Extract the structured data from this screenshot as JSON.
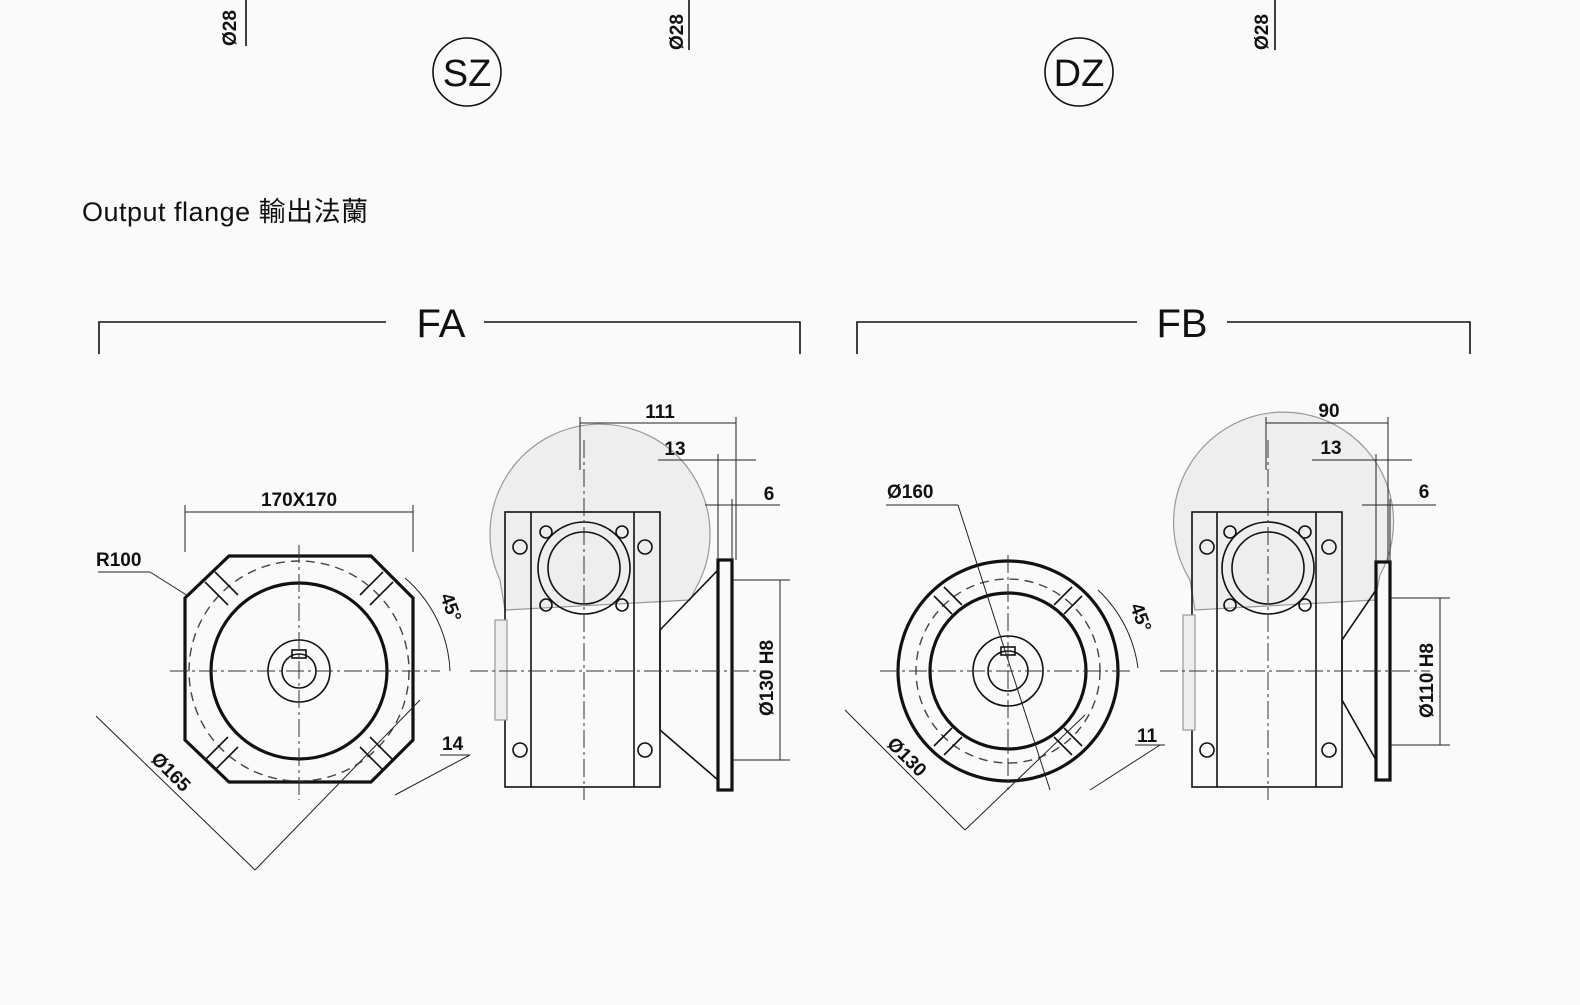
{
  "header_dims": {
    "left": "Ø28",
    "middle": "Ø28",
    "right": "Ø28"
  },
  "type_badges": {
    "sz": "SZ",
    "dz": "DZ"
  },
  "section_title": "Output flange 輸出法蘭",
  "fa": {
    "label": "FA",
    "square": "170X170",
    "radius": "R100",
    "pcd": "Ø165",
    "angle": "45°",
    "hole": "14",
    "length": "111",
    "flange_offset": "13",
    "flange_thick": "6",
    "spigot": "Ø130 H8"
  },
  "fb": {
    "label": "FB",
    "outer": "Ø160",
    "pcd": "Ø130",
    "angle": "45°",
    "hole": "11",
    "length": "90",
    "flange_offset": "13",
    "flange_thick": "6",
    "spigot": "Ø110 H8"
  }
}
